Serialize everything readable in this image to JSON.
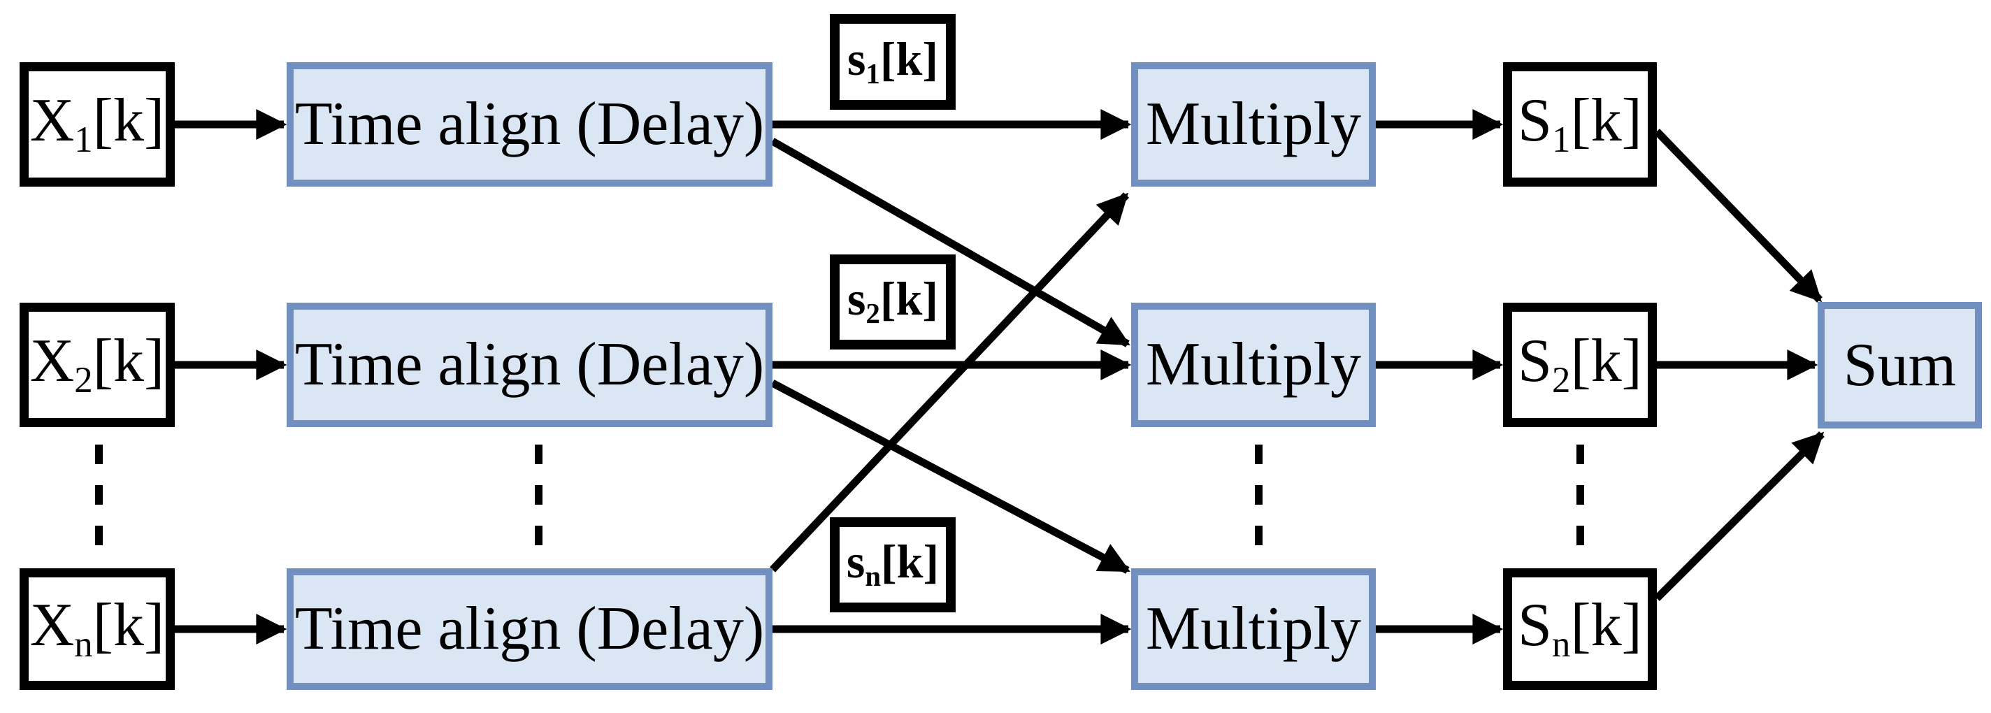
{
  "figure": {
    "kind": "block-diagram",
    "subject": "delay-and-sum beamformer signal flow",
    "background": "#ffffff"
  },
  "palette": {
    "process_block_fill": "#dbe6f5",
    "process_block_border": "#7290bf",
    "io_block_fill": "#ffffff",
    "io_block_border": "#000000",
    "arrow_color": "#000000"
  },
  "nodes": {
    "x1": {
      "base": "X",
      "sub": "1",
      "post": "[k]"
    },
    "x2": {
      "base": "X",
      "sub": "2",
      "post": "[k]"
    },
    "xn": {
      "base": "X",
      "sub": "n",
      "post": "[k]"
    },
    "ta1": {
      "label": "Time align (Delay)"
    },
    "ta2": {
      "label": "Time align (Delay)"
    },
    "tan": {
      "label": "Time align (Delay)"
    },
    "sig1": {
      "base": "s",
      "sub": "1",
      "post": "[k]"
    },
    "sig2": {
      "base": "s",
      "sub": "2",
      "post": "[k]"
    },
    "sign": {
      "base": "s",
      "sub": "n",
      "post": "[k]"
    },
    "m1": {
      "label": "Multiply"
    },
    "m2": {
      "label": "Multiply"
    },
    "mn": {
      "label": "Multiply"
    },
    "s1": {
      "base": "S",
      "sub": "1",
      "post": "[k]"
    },
    "s2": {
      "base": "S",
      "sub": "2",
      "post": "[k]"
    },
    "sn": {
      "base": "S",
      "sub": "n",
      "post": "[k]"
    },
    "sum": {
      "label": "Sum"
    }
  },
  "connections": [
    {
      "from": "x1",
      "to": "ta1"
    },
    {
      "from": "x2",
      "to": "ta2"
    },
    {
      "from": "xn",
      "to": "tan"
    },
    {
      "from": "ta1",
      "to": "m1",
      "label": "s1[k]"
    },
    {
      "from": "ta2",
      "to": "m2",
      "label": "s2[k]"
    },
    {
      "from": "tan",
      "to": "mn",
      "label": "sn[k]"
    },
    {
      "from": "ta1",
      "to": "m2"
    },
    {
      "from": "ta2",
      "to": "mn"
    },
    {
      "from": "tan",
      "to": "m1"
    },
    {
      "from": "m1",
      "to": "s1"
    },
    {
      "from": "m2",
      "to": "s2"
    },
    {
      "from": "mn",
      "to": "sn"
    },
    {
      "from": "s1",
      "to": "sum"
    },
    {
      "from": "s2",
      "to": "sum"
    },
    {
      "from": "sn",
      "to": "sum"
    }
  ]
}
